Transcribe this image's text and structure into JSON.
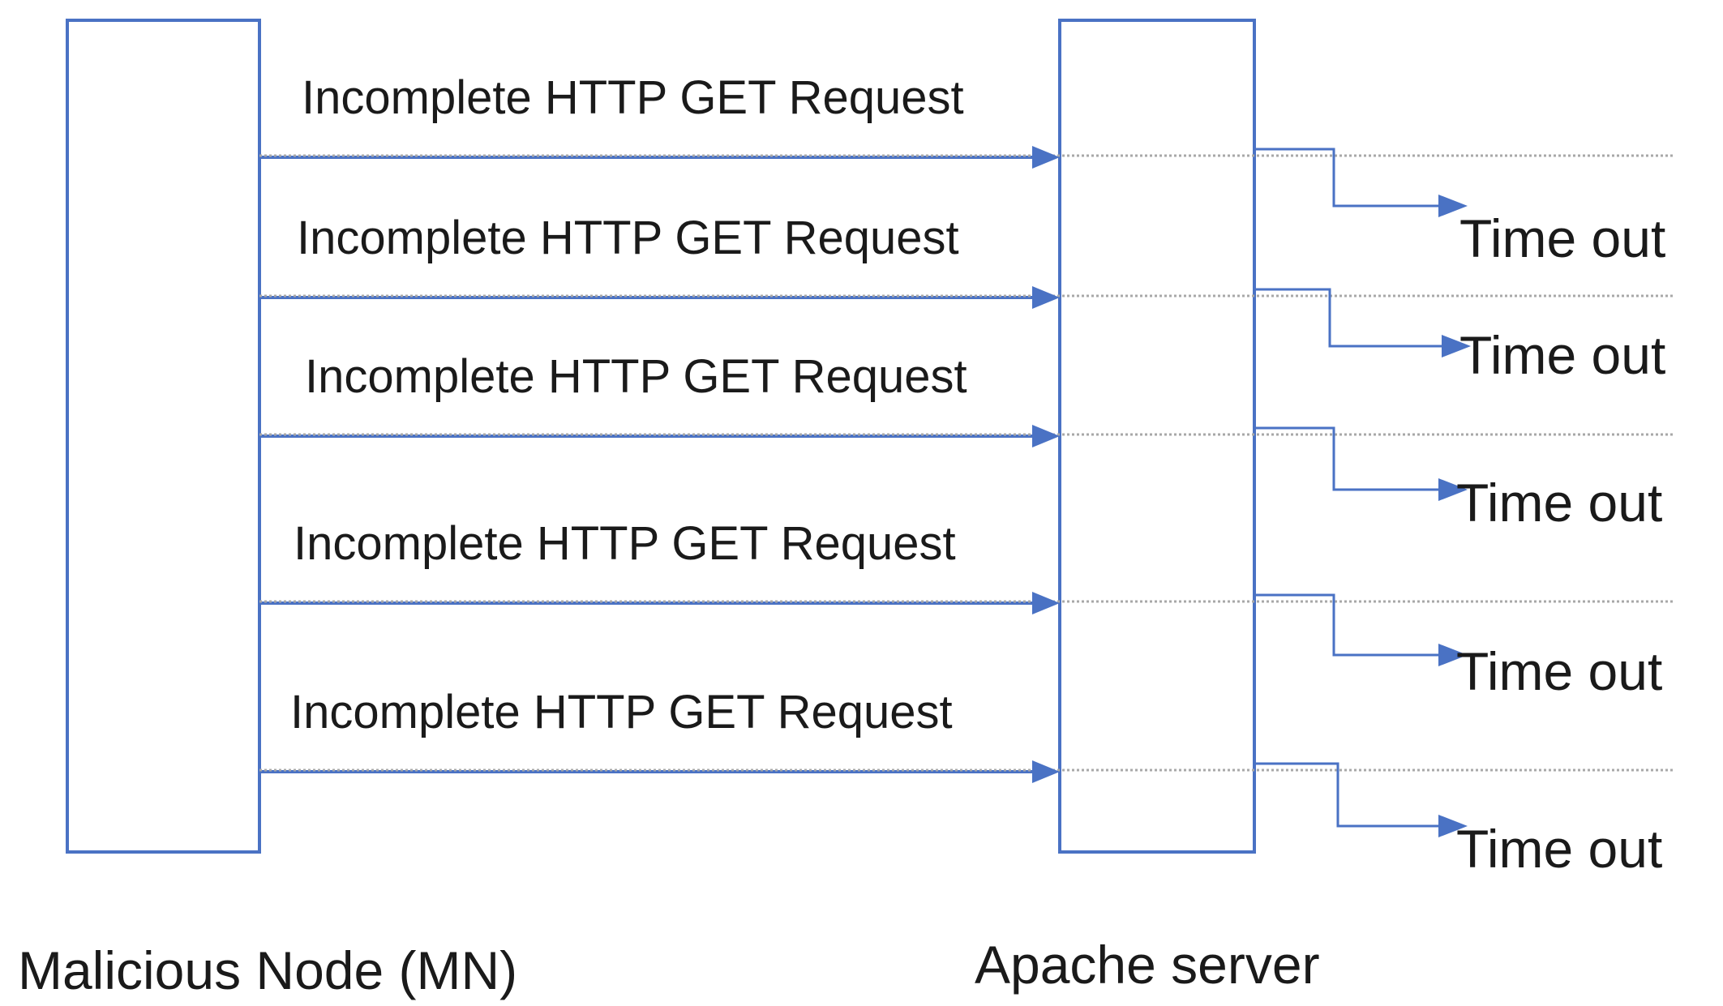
{
  "colors": {
    "line": "#4a72c4",
    "dotted": "#a8a8a8",
    "text": "#1a1a1a"
  },
  "nodes": {
    "client_label": "Malicious Node (MN)",
    "server_label": "Apache server"
  },
  "requests": [
    {
      "label": "Incomplete HTTP GET Request",
      "result": "Time out"
    },
    {
      "label": "Incomplete HTTP GET Request",
      "result": "Time out"
    },
    {
      "label": "Incomplete HTTP GET Request",
      "result": "Time out"
    },
    {
      "label": "Incomplete HTTP GET Request",
      "result": "Time out"
    },
    {
      "label": "Incomplete HTTP GET Request",
      "result": "Time out"
    }
  ]
}
